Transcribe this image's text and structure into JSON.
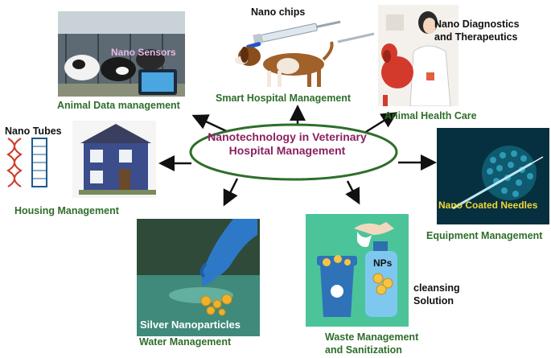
{
  "hub": {
    "line1": "Nanotechnology in Veterinary",
    "line2": "Hospital Management"
  },
  "panels": {
    "animal_data": {
      "caption": "Animal Data management",
      "overlay": "Nano Sensors"
    },
    "smart_hospital": {
      "caption": "Smart Hospital Management",
      "overlay": "Nano chips"
    },
    "animal_health": {
      "caption": "Animal Health Care",
      "overlay_line1": "Nano Diagnostics",
      "overlay_line2": "and Therapeutics"
    },
    "housing": {
      "caption": "Housing Management",
      "overlay": "Nano Tubes"
    },
    "equipment": {
      "caption": "Equipment Management",
      "overlay": "Nano Coated Needles"
    },
    "water": {
      "caption": "Water Management",
      "overlay": "Silver Nanoparticles"
    },
    "waste": {
      "caption_line1": "Waste Management",
      "caption_line2": "and Sanitization",
      "overlay_bottle": "NPs",
      "side_line1": "cleansing",
      "side_line2": "Solution"
    }
  },
  "colors": {
    "hub_border": "#2e6e2a",
    "hub_text": "#8b2160",
    "caption": "#2e6e2a",
    "arrow": "#111111"
  }
}
